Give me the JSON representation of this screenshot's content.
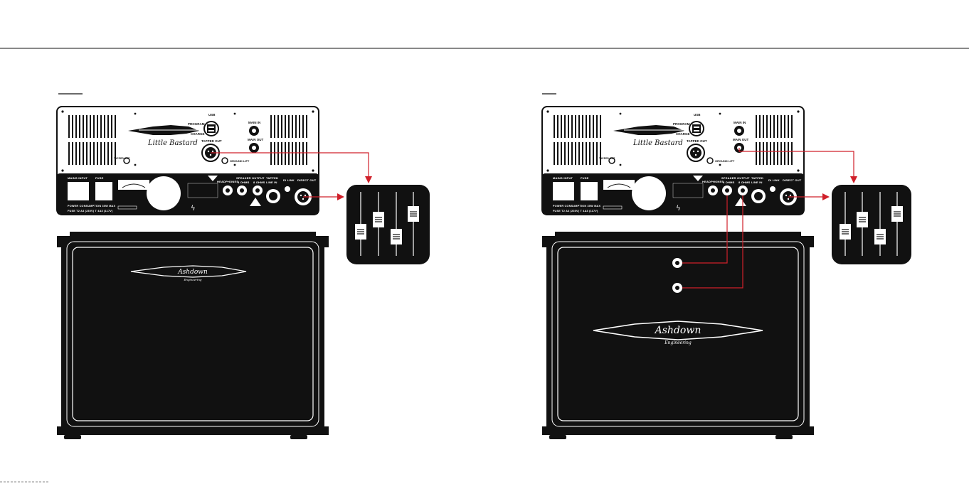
{
  "colors": {
    "ink": "#111111",
    "paper": "#ffffff",
    "cable": "#d0202a"
  },
  "setups": [
    {
      "amp": {
        "model_text": "Little Bastard",
        "labels": {
          "usb": "USB",
          "program": "PROGRAM",
          "charge": "CHARGE",
          "tapped_out": "TAPPED OUT",
          "mains_in": "MAIN IN",
          "main_out": "MAIN OUT",
          "ground_lift": "GROUND LIFT",
          "tapped_out_side": "TAPPED OUT",
          "mains_input": "MAINS INPUT",
          "fuse": "FUSE",
          "headphones": "HEADPHONES",
          "speaker_output": "SPEAKER OUTPUT",
          "ohm4": "4 OHMS",
          "ohm8": "8 OHMS",
          "tapped": "TAPPED",
          "line_in": "LINE IN",
          "di_link": "DI LINK",
          "direct_out": "DIRECT OUT",
          "power_line1": "POWER CONSUMPTION 30W MAX",
          "power_line2": "FUSE T2 A3 (230V) T 4A3 (117V)"
        }
      },
      "cabinet": {
        "logo_text": "Ashdown",
        "logo_sub": "Engineering",
        "jacks": false
      },
      "connections": [
        "amp.tapped_out -> mixer",
        "amp.direct_out -> mixer"
      ]
    },
    {
      "amp": {
        "model_text": "Little Bastard",
        "labels": {
          "usb": "USB",
          "program": "PROGRAM",
          "charge": "CHARGE",
          "tapped_out": "TAPPED OUT",
          "mains_in": "MAIN IN",
          "main_out": "MAIN OUT",
          "ground_lift": "GROUND LIFT",
          "tapped_out_side": "TAPPED OUT",
          "mains_input": "MAINS INPUT",
          "fuse": "FUSE",
          "headphones": "HEADPHONES",
          "speaker_output": "SPEAKER OUTPUT",
          "ohm4": "4 OHMS",
          "ohm8": "8 OHMS",
          "tapped": "TAPPED",
          "line_in": "LINE IN",
          "di_link": "DI LINK",
          "direct_out": "DIRECT OUT",
          "power_line1": "POWER CONSUMPTION 30W MAX",
          "power_line2": "FUSE T2 A3 (230V) T 4A3 (117V)"
        }
      },
      "cabinet": {
        "logo_text": "Ashdown",
        "logo_sub": "Engineering",
        "jacks": true
      },
      "connections": [
        "amp.main_out -> mixer",
        "amp.direct_out -> mixer",
        "amp.speaker_4ohm -> cabinet.jack_1",
        "amp.speaker_8ohm -> cabinet.jack_2"
      ]
    }
  ],
  "mixer": {
    "icon": "mixing-desk-faders-icon"
  }
}
